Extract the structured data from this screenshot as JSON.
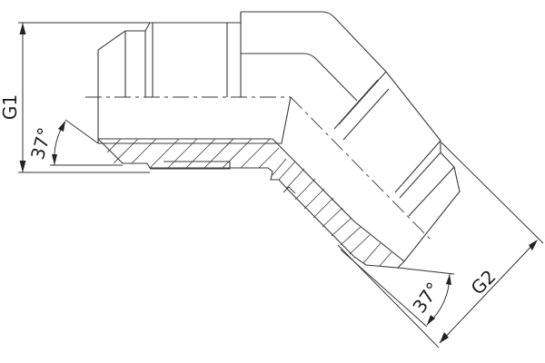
{
  "drawing": {
    "subject": "45-degree elbow fitting, 37-degree flare ends, half section",
    "dimensions": {
      "g1_label": "G1",
      "g2_label": "G2",
      "angle_left_label": "37°",
      "angle_right_label": "37°"
    },
    "colors": {
      "line": "#3a3a3a",
      "background": "#ffffff"
    }
  }
}
